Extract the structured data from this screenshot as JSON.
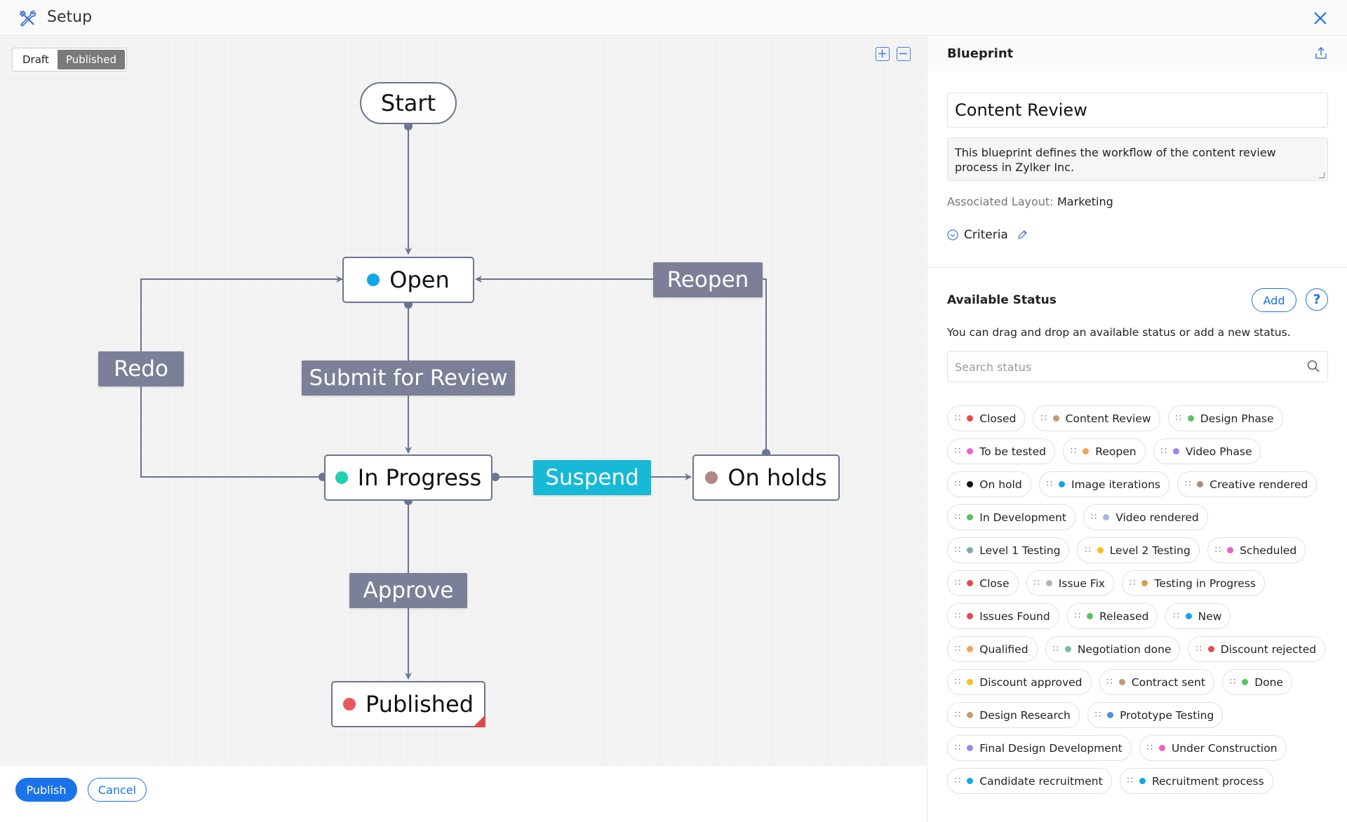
{
  "header": {
    "title": "Setup"
  },
  "canvas": {
    "toggle": {
      "draft": "Draft",
      "published": "Published"
    },
    "nodes": {
      "start": "Start",
      "open": "Open",
      "in_progress": "In Progress",
      "on_holds": "On holds",
      "published": "Published"
    },
    "transitions": {
      "reopen": "Reopen",
      "redo": "Redo",
      "submit": "Submit for Review",
      "suspend": "Suspend",
      "approve": "Approve"
    },
    "colors": {
      "open": "#11a7e8",
      "in_progress": "#20d0b0",
      "on_holds": "#b28787",
      "published": "#e8585c",
      "transition": "#7b8098",
      "transition_active": "#17b9d6"
    }
  },
  "footer": {
    "publish": "Publish",
    "cancel": "Cancel"
  },
  "panel": {
    "title": "Blueprint",
    "name": "Content Review",
    "description": "This blueprint defines the workflow of the content review process in Zylker Inc.",
    "layout_label": "Associated Layout:",
    "layout_value": "Marketing",
    "criteria": "Criteria",
    "available_title": "Available Status",
    "add": "Add",
    "help": "?",
    "hint": "You can drag and drop an available status or add a new status.",
    "search_placeholder": "Search status",
    "status_rows": [
      [
        {
          "label": "Closed",
          "color": "#e8474c"
        },
        {
          "label": "Content Review",
          "color": "#c49a6c"
        },
        {
          "label": "Design Phase",
          "color": "#5cc25c"
        }
      ],
      [
        {
          "label": "To be tested",
          "color": "#ee5fc4"
        },
        {
          "label": "Reopen",
          "color": "#f2a25a"
        },
        {
          "label": "Video Phase",
          "color": "#9c85e8"
        }
      ],
      [
        {
          "label": "On hold",
          "color": "#111111"
        },
        {
          "label": "Image iterations",
          "color": "#11a7e8"
        },
        {
          "label": "Creative rendered",
          "color": "#b28787"
        }
      ],
      [
        {
          "label": "In Development",
          "color": "#5cc25c"
        },
        {
          "label": "Video rendered",
          "color": "#a9b8ea"
        }
      ],
      [
        {
          "label": "Level 1 Testing",
          "color": "#7fa7b8"
        },
        {
          "label": "Level 2 Testing",
          "color": "#f2c21a"
        },
        {
          "label": "Scheduled",
          "color": "#ee5fc4"
        }
      ],
      [
        {
          "label": "Close",
          "color": "#e8474c"
        },
        {
          "label": "Issue Fix",
          "color": "#a9b4c2"
        },
        {
          "label": "Testing in Progress",
          "color": "#d99a5c"
        }
      ],
      [
        {
          "label": "Issues Found",
          "color": "#e8474c"
        },
        {
          "label": "Released",
          "color": "#5cc25c"
        },
        {
          "label": "New",
          "color": "#11a7e8"
        }
      ],
      [
        {
          "label": "Qualified",
          "color": "#f2a25a"
        },
        {
          "label": "Negotiation done",
          "color": "#7fb8b0"
        },
        {
          "label": "Discount rejected",
          "color": "#e8474c"
        }
      ],
      [
        {
          "label": "Discount approved",
          "color": "#f2c21a"
        },
        {
          "label": "Contract sent",
          "color": "#c49a6c"
        },
        {
          "label": "Done",
          "color": "#5cc25c"
        }
      ],
      [
        {
          "label": "Design Research",
          "color": "#c49a6c"
        },
        {
          "label": "Prototype Testing",
          "color": "#4a90e2"
        }
      ],
      [
        {
          "label": "Final Design Development",
          "color": "#9c85e8"
        },
        {
          "label": "Under Construction",
          "color": "#ee5fc4"
        }
      ],
      [
        {
          "label": "Candidate recruitment",
          "color": "#11a7e8"
        },
        {
          "label": "Recruitment process",
          "color": "#11a7e8"
        }
      ]
    ]
  }
}
